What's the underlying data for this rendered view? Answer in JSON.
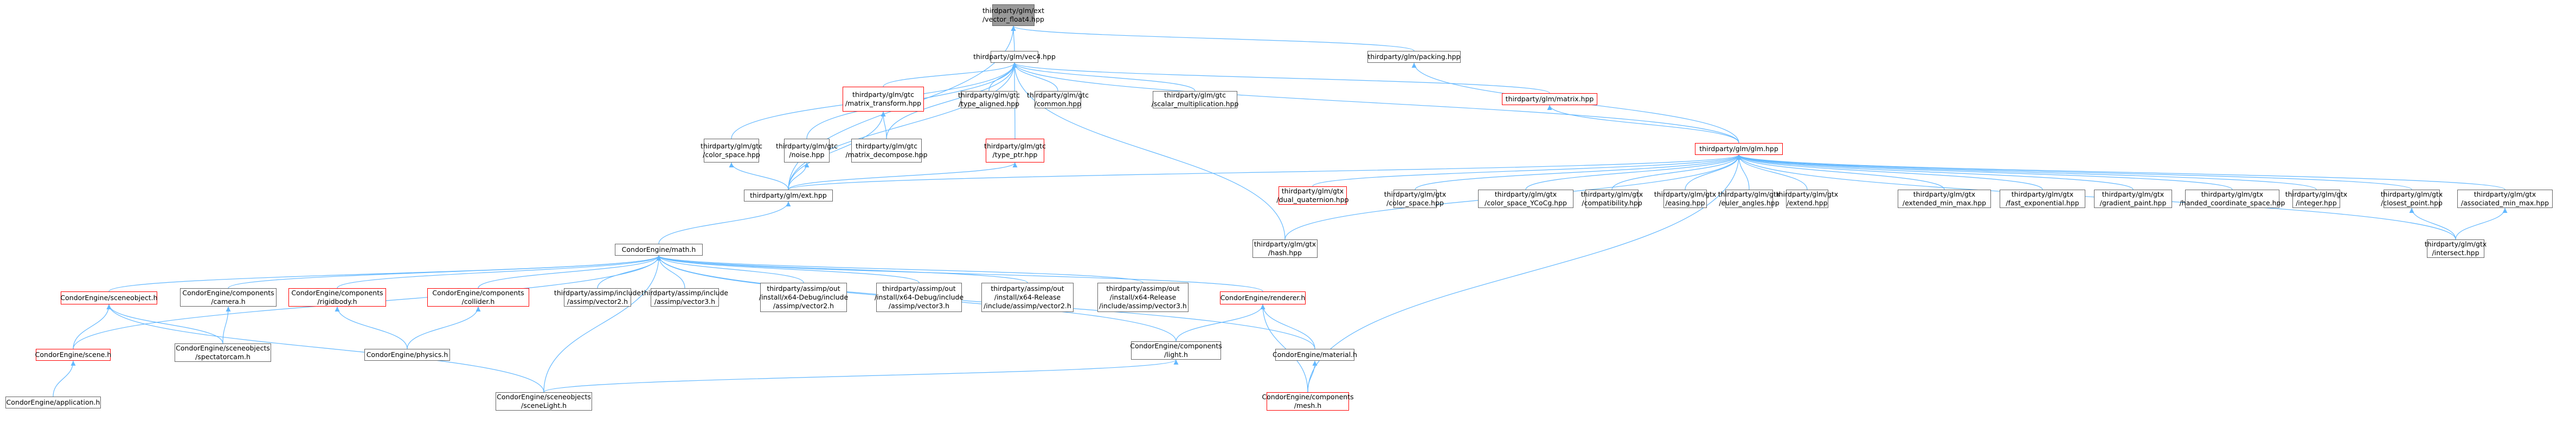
{
  "colors": {
    "edge": "#63b8ff",
    "border": "#666666",
    "highlight_border": "#ff0000",
    "root_fill": "#999999"
  },
  "nodes": {
    "n0": {
      "lines": [
        "thirdparty/glm/ext",
        "/vector_float4.hpp"
      ]
    },
    "n1": {
      "lines": [
        "thirdparty/glm/vec4.hpp"
      ]
    },
    "n2": {
      "lines": [
        "thirdparty/glm/packing.hpp"
      ]
    },
    "n3": {
      "lines": [
        "thirdparty/glm/gtc",
        "/matrix_transform.hpp"
      ]
    },
    "n4": {
      "lines": [
        "thirdparty/glm/gtc",
        "/type_aligned.hpp"
      ]
    },
    "n5": {
      "lines": [
        "thirdparty/glm/gtc",
        "/common.hpp"
      ]
    },
    "n6": {
      "lines": [
        "thirdparty/glm/gtc",
        "/scalar_multiplication.hpp"
      ]
    },
    "n7": {
      "lines": [
        "thirdparty/glm/matrix.hpp"
      ]
    },
    "n8": {
      "lines": [
        "thirdparty/glm/gtc",
        "/color_space.hpp"
      ]
    },
    "n9": {
      "lines": [
        "thirdparty/glm/gtc",
        "/noise.hpp"
      ]
    },
    "n10": {
      "lines": [
        "thirdparty/glm/gtc",
        "/matrix_decompose.hpp"
      ]
    },
    "n11": {
      "lines": [
        "thirdparty/glm/gtc",
        "/type_ptr.hpp"
      ]
    },
    "n12": {
      "lines": [
        "thirdparty/glm/glm.hpp"
      ]
    },
    "n13": {
      "lines": [
        "thirdparty/glm/ext.hpp"
      ]
    },
    "n14": {
      "lines": [
        "thirdparty/glm/gtx",
        "/dual_quaternion.hpp"
      ]
    },
    "n15": {
      "lines": [
        "thirdparty/glm/gtx",
        "/color_space.hpp"
      ]
    },
    "n16": {
      "lines": [
        "thirdparty/glm/gtx",
        "/color_space_YCoCg.hpp"
      ]
    },
    "n17": {
      "lines": [
        "thirdparty/glm/gtx",
        "/compatibility.hpp"
      ]
    },
    "n18": {
      "lines": [
        "thirdparty/glm/gtx",
        "/easing.hpp"
      ]
    },
    "n19": {
      "lines": [
        "thirdparty/glm/gtx",
        "/euler_angles.hpp"
      ]
    },
    "n20": {
      "lines": [
        "thirdparty/glm/gtx",
        "/extend.hpp"
      ]
    },
    "n21": {
      "lines": [
        "thirdparty/glm/gtx",
        "/extended_min_max.hpp"
      ]
    },
    "n22": {
      "lines": [
        "thirdparty/glm/gtx",
        "/fast_exponential.hpp"
      ]
    },
    "n23": {
      "lines": [
        "thirdparty/glm/gtx",
        "/gradient_paint.hpp"
      ]
    },
    "n24": {
      "lines": [
        "thirdparty/glm/gtx",
        "/handed_coordinate_space.hpp"
      ]
    },
    "n25": {
      "lines": [
        "thirdparty/glm/gtx",
        "/integer.hpp"
      ]
    },
    "n26": {
      "lines": [
        "thirdparty/glm/gtx",
        "/closest_point.hpp"
      ]
    },
    "n27": {
      "lines": [
        "thirdparty/glm/gtx",
        "/associated_min_max.hpp"
      ]
    },
    "n28": {
      "lines": [
        "thirdparty/glm/gtx",
        "/hash.hpp"
      ]
    },
    "n29": {
      "lines": [
        "thirdparty/glm/gtx",
        "/intersect.hpp"
      ]
    },
    "n30": {
      "lines": [
        "CondorEngine/math.h"
      ]
    },
    "n31": {
      "lines": [
        "CondorEngine/sceneobject.h"
      ]
    },
    "n32": {
      "lines": [
        "CondorEngine/components",
        "/camera.h"
      ]
    },
    "n33": {
      "lines": [
        "CondorEngine/components",
        "/rigidbody.h"
      ]
    },
    "n34": {
      "lines": [
        "CondorEngine/components",
        "/collider.h"
      ]
    },
    "n35": {
      "lines": [
        "thirdparty/assimp/include",
        "/assimp/vector2.h"
      ]
    },
    "n36": {
      "lines": [
        "thirdparty/assimp/include",
        "/assimp/vector3.h"
      ]
    },
    "n37": {
      "lines": [
        "thirdparty/assimp/out",
        "/install/x64-Debug/include",
        "/assimp/vector2.h"
      ]
    },
    "n38": {
      "lines": [
        "thirdparty/assimp/out",
        "/install/x64-Debug/include",
        "/assimp/vector3.h"
      ]
    },
    "n39": {
      "lines": [
        "thirdparty/assimp/out",
        "/install/x64-Release",
        "/include/assimp/vector2.h"
      ]
    },
    "n40": {
      "lines": [
        "thirdparty/assimp/out",
        "/install/x64-Release",
        "/include/assimp/vector3.h"
      ]
    },
    "n41": {
      "lines": [
        "CondorEngine/renderer.h"
      ]
    },
    "n42": {
      "lines": [
        "CondorEngine/scene.h"
      ]
    },
    "n43": {
      "lines": [
        "CondorEngine/sceneobjects",
        "/spectatorcam.h"
      ]
    },
    "n44": {
      "lines": [
        "CondorEngine/physics.h"
      ]
    },
    "n45": {
      "lines": [
        "CondorEngine/components",
        "/light.h"
      ]
    },
    "n46": {
      "lines": [
        "CondorEngine/material.h"
      ]
    },
    "n47": {
      "lines": [
        "CondorEngine/application.h"
      ]
    },
    "n48": {
      "lines": [
        "CondorEngine/sceneobjects",
        "/sceneLight.h"
      ]
    },
    "n49": {
      "lines": [
        "CondorEngine/components",
        "/mesh.h"
      ]
    }
  }
}
